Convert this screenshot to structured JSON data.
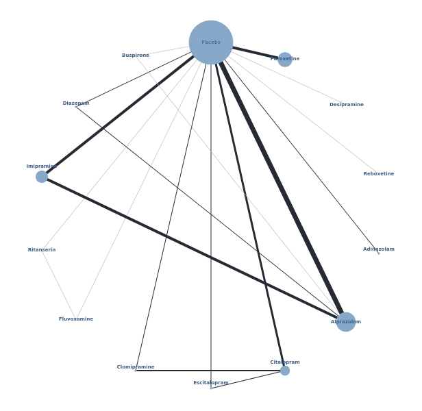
{
  "network": {
    "node_color": "#87a8c9",
    "label_color": "#3f5f86",
    "edge_color_dark": "#262a33",
    "edge_color_light": "#b4b4b4",
    "nodes": [
      {
        "id": "placebo",
        "label": "Placebo",
        "size": 9
      },
      {
        "id": "paroxetine",
        "label": "Paroxetine",
        "size": 3
      },
      {
        "id": "buspirone",
        "label": "Buspirone",
        "size": 0
      },
      {
        "id": "desipramine",
        "label": "Desipramine",
        "size": 0
      },
      {
        "id": "diazepam",
        "label": "Diazepam",
        "size": 0.3
      },
      {
        "id": "reboxetine",
        "label": "Reboxetine",
        "size": 0
      },
      {
        "id": "imipramine",
        "label": "Imipramine",
        "size": 2.5
      },
      {
        "id": "adinazolam",
        "label": "Adinazolam",
        "size": 0.3
      },
      {
        "id": "ritanserin",
        "label": "Ritanserin",
        "size": 0
      },
      {
        "id": "alprazolam",
        "label": "Alprazolam",
        "size": 4
      },
      {
        "id": "fluvoxamine",
        "label": "Fluvoxamine",
        "size": 0
      },
      {
        "id": "clomipramine",
        "label": "Clomipramine",
        "size": 0.3
      },
      {
        "id": "citalopram",
        "label": "Citalopram",
        "size": 2
      },
      {
        "id": "escitalopram",
        "label": "Escitalopram",
        "size": 0.3
      }
    ],
    "edges": [
      {
        "source": "placebo",
        "target": "paroxetine",
        "weight": 4
      },
      {
        "source": "placebo",
        "target": "buspirone",
        "weight": 0.6
      },
      {
        "source": "placebo",
        "target": "desipramine",
        "weight": 0.6
      },
      {
        "source": "placebo",
        "target": "diazepam",
        "weight": 0.9
      },
      {
        "source": "placebo",
        "target": "reboxetine",
        "weight": 0.6
      },
      {
        "source": "placebo",
        "target": "imipramine",
        "weight": 4
      },
      {
        "source": "placebo",
        "target": "adinazolam",
        "weight": 0.9
      },
      {
        "source": "placebo",
        "target": "ritanserin",
        "weight": 0.6
      },
      {
        "source": "placebo",
        "target": "alprazolam",
        "weight": 7
      },
      {
        "source": "placebo",
        "target": "fluvoxamine",
        "weight": 0.6
      },
      {
        "source": "placebo",
        "target": "clomipramine",
        "weight": 1
      },
      {
        "source": "placebo",
        "target": "citalopram",
        "weight": 3
      },
      {
        "source": "placebo",
        "target": "escitalopram",
        "weight": 1
      },
      {
        "source": "imipramine",
        "target": "alprazolam",
        "weight": 4
      },
      {
        "source": "diazepam",
        "target": "alprazolam",
        "weight": 0.9
      },
      {
        "source": "buspirone",
        "target": "alprazolam",
        "weight": 0.6
      },
      {
        "source": "ritanserin",
        "target": "fluvoxamine",
        "weight": 0.6
      },
      {
        "source": "clomipramine",
        "target": "citalopram",
        "weight": 2
      },
      {
        "source": "escitalopram",
        "target": "citalopram",
        "weight": 1
      }
    ]
  }
}
